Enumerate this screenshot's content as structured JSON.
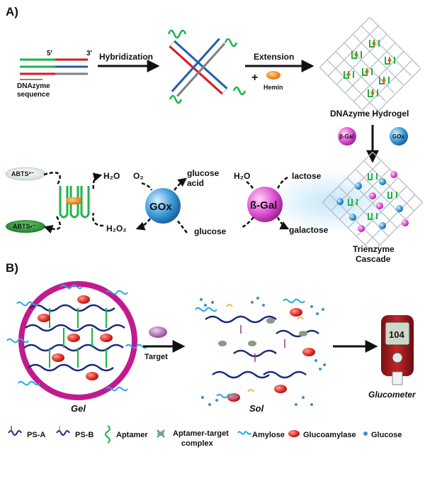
{
  "panel_a": {
    "label": "A)",
    "prime5": "5′",
    "prime3": "3′",
    "dnazyme_label_1": "DNAzyme",
    "dnazyme_label_2": "sequence",
    "hybridization": "Hybridization",
    "extension": "Extension",
    "hemin": "Hemin",
    "hydrogel_label": "DNAzyme Hydrogel",
    "bgal_small": "β-Gal",
    "gox_small": "GOx",
    "abts_reduced": "ABTS²⁻",
    "abts_oxidized": "ABTS•⁻",
    "water_left": "H₂O",
    "h2o2": "H₂O₂",
    "o2": "O₂",
    "gox_big": "GOx",
    "glucose_acid_1": "glucose",
    "glucose_acid_2": "acid",
    "glucose": "glucose",
    "water_mid": "H₂O",
    "bgal_big": "ß-Gal",
    "lactose": "lactose",
    "galactose": "galactose",
    "cascade_1": "Trienzyme",
    "cascade_2": "Cascade"
  },
  "panel_b": {
    "label": "B)",
    "gel": "Gel",
    "target": "Target",
    "sol": "Sol",
    "glucometer": "Glucometer",
    "meter_reading": "104"
  },
  "legend": [
    {
      "key": "ps_a",
      "label": "PS-A"
    },
    {
      "key": "ps_b",
      "label": "PS-B"
    },
    {
      "key": "aptamer",
      "label": "Aptamer"
    },
    {
      "key": "complex_1",
      "label": "Aptamer-target"
    },
    {
      "key": "complex_2",
      "label": "complex"
    },
    {
      "key": "amylose",
      "label": "Amylose"
    },
    {
      "key": "glucoamylase",
      "label": "Glucoamylase"
    },
    {
      "key": "glucose",
      "label": "Glucose"
    }
  ],
  "colors": {
    "red_strand": "#d71920",
    "blue_strand": "#1f5fb0",
    "green_strand": "#1db34a",
    "gray_strand": "#7f7f7f",
    "navy_polymer": "#1b2a7a",
    "orange_polymer": "#f39a1e",
    "magenta": "#c21a8e",
    "bgal_pink": "#e052d6",
    "gox_blue": "#3a9ad9",
    "glucose_dot": "#3b8fd0",
    "enzyme_red": "#d7231d",
    "amylose_blue": "#2aa7e0"
  }
}
